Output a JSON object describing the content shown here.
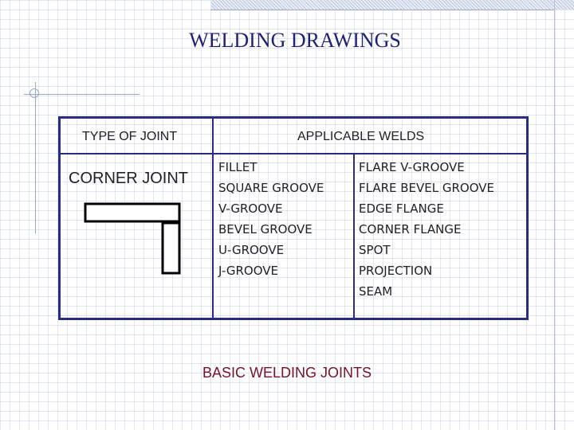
{
  "slide": {
    "title": "WELDING DRAWINGS",
    "caption": "BASIC WELDING JOINTS"
  },
  "table": {
    "header_type": "TYPE OF JOINT",
    "header_welds": "APPLICABLE WELDS",
    "joint_name": "CORNER JOINT",
    "welds_col1": [
      "FILLET",
      "SQUARE GROOVE",
      "V-GROOVE",
      "BEVEL GROOVE",
      "U-GROOVE",
      "J-GROOVE"
    ],
    "welds_col2": [
      "FLARE V-GROOVE",
      "FLARE BEVEL GROOVE",
      "EDGE FLANGE",
      "CORNER FLANGE",
      "SPOT",
      "PROJECTION",
      "SEAM"
    ]
  },
  "colors": {
    "title": "#1f1f7a",
    "table_border": "#2a2b85",
    "caption": "#7a1024"
  }
}
